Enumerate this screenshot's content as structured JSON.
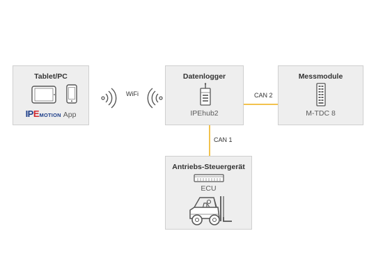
{
  "tablet_box": {
    "title": "Tablet/PC",
    "brand_ipe": "IP",
    "brand_e": "E",
    "brand_motion": "MOTION",
    "brand_app": "App"
  },
  "wifi": {
    "label": "WiFi"
  },
  "logger_box": {
    "title": "Datenlogger",
    "device": "IPEhub2"
  },
  "module_box": {
    "title": "Messmodule",
    "device": "M-TDC 8"
  },
  "ecu_box": {
    "title": "Antriebs-Steuergerät",
    "device": "ECU"
  },
  "connections": {
    "can1": "CAN 1",
    "can2": "CAN 2"
  },
  "colors": {
    "connector": "#f2c24e",
    "box_fill": "#eeeeee",
    "box_border": "#cfcfcf",
    "brand_blue": "#1e3f8a",
    "brand_red": "#d0272e"
  },
  "icons": [
    "tablet-icon",
    "smartphone-icon",
    "wifi-signal-right-icon",
    "wifi-signal-left-icon",
    "hub-device-icon",
    "measurement-module-icon",
    "ecu-unit-icon",
    "forklift-icon"
  ]
}
